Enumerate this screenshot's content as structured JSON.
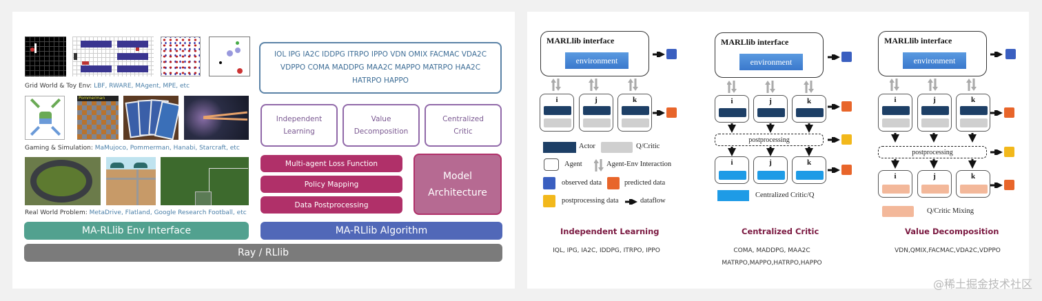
{
  "left_panel": {
    "env_rows": [
      {
        "label": "Grid World & Toy Env:",
        "examples": "LBF, RWARE, MAgent, MPE, etc"
      },
      {
        "label": "Gaming & Simulation:",
        "examples": "MaMujoco, Pommerman, Hanabi, Starcraft, etc"
      },
      {
        "label": "Real World Problem:",
        "examples": "MetaDrive, Flatland, Google Research Football, etc"
      }
    ],
    "pommerman_title": "Pommerman",
    "algorithms_list": [
      "IOL IPG IA2C IDDPG ITRPO IPPO VDN OMIX FACMAC VDA2C",
      "VDPPO  COMA  MADDPG  MAA2C  MAPPO  MATRPO  HAA2C",
      "HATRPO HAPPO"
    ],
    "categories": [
      {
        "line1": "Independent",
        "line2": "Learning"
      },
      {
        "line1": "Value",
        "line2": "Decomposition"
      },
      {
        "line1": "Centralized",
        "line2": "Critic"
      }
    ],
    "modules": [
      "Multi-agent Loss Function",
      "Policy Mapping",
      "Data Postprocessing"
    ],
    "model_architecture": {
      "line1": "Model",
      "line2": "Architecture"
    },
    "env_interface": "MA-RLlib Env Interface",
    "algorithm_layer": "MA-RLlib Algorithm",
    "base_layer": "Ray / RLlib",
    "colors": {
      "env_interface": "#52a18f",
      "algorithm": "#5168b8",
      "base": "#7b7b7b",
      "module": "#b03069"
    }
  },
  "right_panel": {
    "interface_title": "MARLlib interface",
    "environment_label": "environment",
    "postprocessing_label": "postprocessing",
    "agents": [
      "i",
      "j",
      "k"
    ],
    "legend": {
      "actor": "Actor",
      "critic": "Q/Critic",
      "agent": "Agent",
      "interaction": "Agent-Env Interaction",
      "observed": "observed data",
      "predicted": "predicted data",
      "postprocessing": "postprocessing data",
      "dataflow": "dataflow"
    },
    "cc_legend": "Centralized Critic/Q",
    "mix_legend": "Q/Critic Mixing",
    "paradigms": [
      {
        "title": "Independent Learning",
        "algos": [
          "IQL, IPG, IA2C, IDDPG, ITRPO, IPPO"
        ]
      },
      {
        "title": "Centralized Critic",
        "algos": [
          "COMA, MADDPG, MAA2C",
          "MATRPO,MAPPO,HATRPO,HAPPO"
        ]
      },
      {
        "title": "Value Decomposition",
        "algos": [
          "VDN,QMIX,FACMAC,VDA2C,VDPPO"
        ]
      }
    ],
    "colors": {
      "observed": "#3a5fc0",
      "predicted": "#e8652a",
      "postprocessing": "#f2b81b",
      "actor": "#1d3f66",
      "critic": "#cfcfcf",
      "centralized_critic": "#1e9be6",
      "mixing": "#f3b89a",
      "title": "#7a1840"
    }
  },
  "watermark": "@稀土掘金技术社区"
}
